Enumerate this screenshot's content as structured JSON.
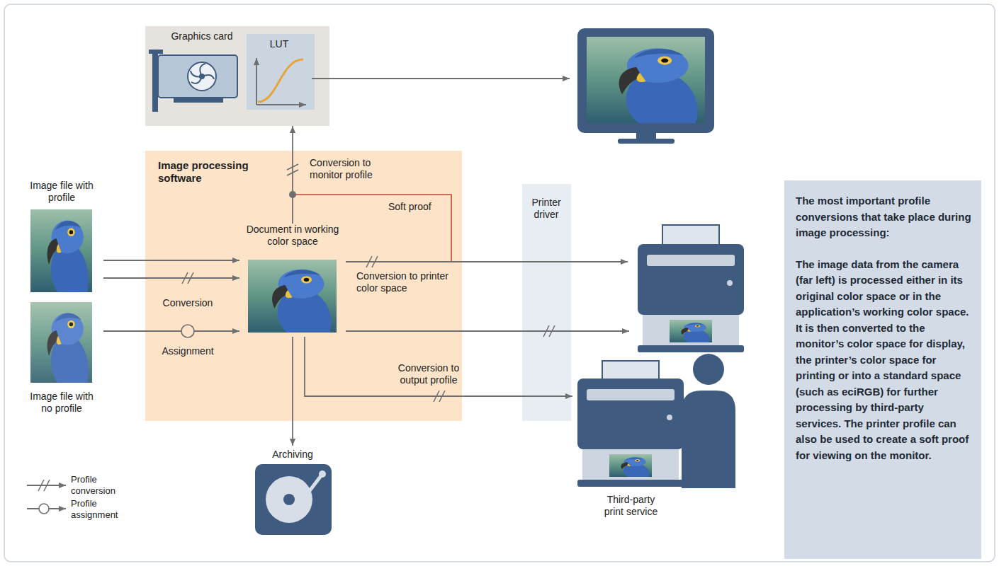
{
  "diagram": {
    "nodes": [
      {
        "text": [
          "Graphics card"
        ]
      },
      {
        "text": [
          "LUT"
        ],
        "in": 0
      },
      {
        "text": [
          "Image processing software"
        ]
      },
      {
        "text": [
          "Document in working color space"
        ],
        "in": 2
      },
      {
        "text": [
          "Image file with profile"
        ]
      },
      {
        "text": [
          "Image file with no profile"
        ]
      },
      {
        "text": [
          "Printer driver"
        ]
      },
      {
        "text": [
          "Archiving"
        ]
      },
      {
        "text": [
          "Third-party print service"
        ]
      },
      {
        "text": [
          "The most important profile conversions that take place during image processing:",
          "The image data from the camera (far left) is processed either in its original color space or in the application’s working color space. It is then converted to the monitor’s color space for display, the printer’s color space for printing or into a standard space (such as eciRGB) for further processing by third-party services. The printer profile can also be used to create a soft proof for viewing on the monitor."
        ]
      }
    ],
    "edges": [
      {
        "from": 4,
        "to": 3,
        "arrow": "to"
      },
      {
        "from": 4,
        "to": 3,
        "label": "Conversion",
        "arrow": "to"
      },
      {
        "from": 5,
        "to": 3,
        "label": "Assignment",
        "arrow": "to"
      },
      {
        "from": 3,
        "to": 0,
        "label": "Conversion to monitor profile",
        "arrow": "to"
      },
      {
        "from": 3,
        "to": 6,
        "label": "Conversion to printer color space",
        "arrow": "none"
      },
      {
        "from": 3,
        "to": 6,
        "arrow": "none"
      },
      {
        "from": 3,
        "to": 7,
        "arrow": "to"
      },
      {
        "from": 3,
        "to": 8,
        "label": "Conversion to output profile",
        "arrow": "to"
      }
    ],
    "labels": [
      "Soft proof"
    ],
    "legend": [
      {
        "text": "Profile conversion"
      },
      {
        "text": "Profile assignment"
      }
    ]
  }
}
